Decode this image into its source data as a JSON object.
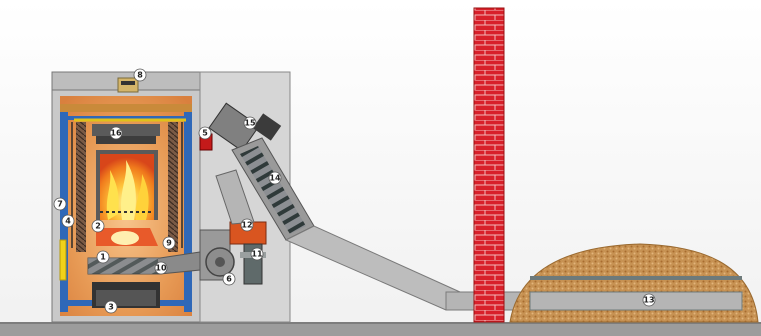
{
  "labels": {
    "l1": "1",
    "l2": "2",
    "l3": "3",
    "l4": "4",
    "l5": "5",
    "l6": "6",
    "l7": "7",
    "l8": "8",
    "l9": "9",
    "l10": "10",
    "l11": "11",
    "l12": "12",
    "l13": "13",
    "l14": "14",
    "l15": "15",
    "l16": "16"
  },
  "colors": {
    "brick": "#d8202a",
    "flame": "#f6a623",
    "boiler_casing": "#c9c9c9",
    "water_jacket": "#2f68b8",
    "pellet_pile": "#c58b4a"
  }
}
